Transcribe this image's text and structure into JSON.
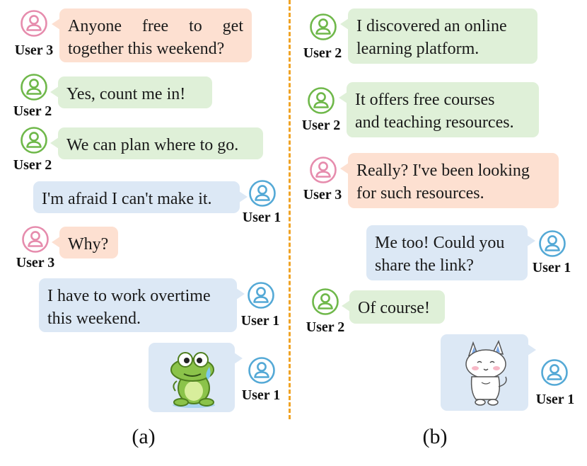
{
  "colors": {
    "user3": "#e68cad",
    "user2": "#6fb84a",
    "user1": "#54a9d6",
    "bubble_user3": "#fde0d1",
    "bubble_user2": "#dff0d8",
    "bubble_user1": "#dce8f5",
    "divider": "#f0a324"
  },
  "icons": {
    "avatar": "user-circle-icon",
    "frog_sticker": "crying-frog-sticker",
    "cat_sticker": "shy-cat-sticker"
  },
  "users": {
    "u1": "User 1",
    "u2": "User 2",
    "u3": "User 3"
  },
  "panel_a": {
    "caption": "(a)",
    "messages": [
      {
        "user": "User 3",
        "text": [
          "Anyone free to get",
          "together this weekend?"
        ]
      },
      {
        "user": "User 2",
        "text": [
          "Yes, count me in!"
        ]
      },
      {
        "user": "User 2",
        "text": [
          "We can plan where to go."
        ]
      },
      {
        "user": "User 1",
        "text": [
          "I'm afraid I can't make it."
        ]
      },
      {
        "user": "User 3",
        "text": [
          "Why?"
        ]
      },
      {
        "user": "User 1",
        "text": [
          "I have to work overtime",
          "this weekend."
        ]
      },
      {
        "user": "User 1",
        "sticker": "crying-frog-sticker"
      }
    ]
  },
  "panel_b": {
    "caption": "(b)",
    "messages": [
      {
        "user": "User 2",
        "text": [
          "I discovered an online",
          "learning platform."
        ]
      },
      {
        "user": "User 2",
        "text": [
          "It offers free courses",
          "and teaching resources."
        ]
      },
      {
        "user": "User 3",
        "text": [
          "Really? I've been looking",
          "for such resources."
        ]
      },
      {
        "user": "User 1",
        "text": [
          "Me too! Could you",
          "share the link?"
        ]
      },
      {
        "user": "User 2",
        "text": [
          "Of course!"
        ]
      },
      {
        "user": "User 1",
        "sticker": "shy-cat-sticker"
      }
    ]
  }
}
